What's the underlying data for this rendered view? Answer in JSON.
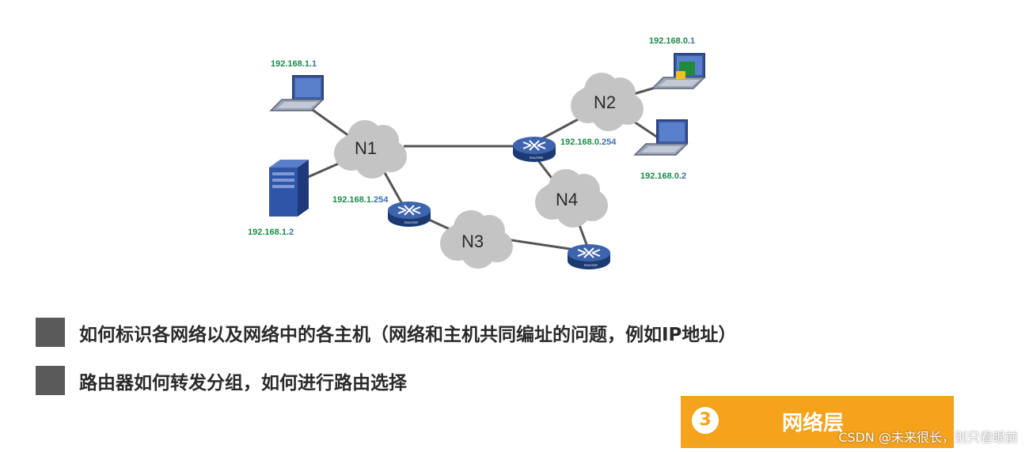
{
  "diagram": {
    "hosts": {
      "n1_laptop_ip": {
        "head": "192.168.1.",
        "tail": "1"
      },
      "n1_server_ip": {
        "head": "192.168.1.",
        "tail": "2"
      },
      "n1_router_ip": {
        "head": "192.168.1.",
        "tail": "254"
      },
      "n2_router_ip": {
        "head": "192.168.0.",
        "tail": "254"
      },
      "n2_laptop_top_ip": {
        "head": "192.168.0.",
        "tail": "1"
      },
      "n2_laptop_bottom_ip": {
        "head": "192.168.0.",
        "tail": "2"
      }
    },
    "networks": {
      "n1": "N1",
      "n2": "N2",
      "n3": "N3",
      "n4": "N4"
    },
    "router_caption": "ROUTER"
  },
  "bullets": [
    "如何标识各网络以及网络中的各主机（网络和主机共同编址的问题，例如IP地址）",
    "路由器如何转发分组，如何进行路由选择"
  ],
  "banner": {
    "number": "3",
    "title": "网络层"
  },
  "watermark": "CSDN @未来很长，别只看眼前",
  "colors": {
    "ip_text": "#1a8a4a",
    "banner": "#f5a21c",
    "cloud": "#c4c4c4",
    "router": "#2b4f92"
  }
}
